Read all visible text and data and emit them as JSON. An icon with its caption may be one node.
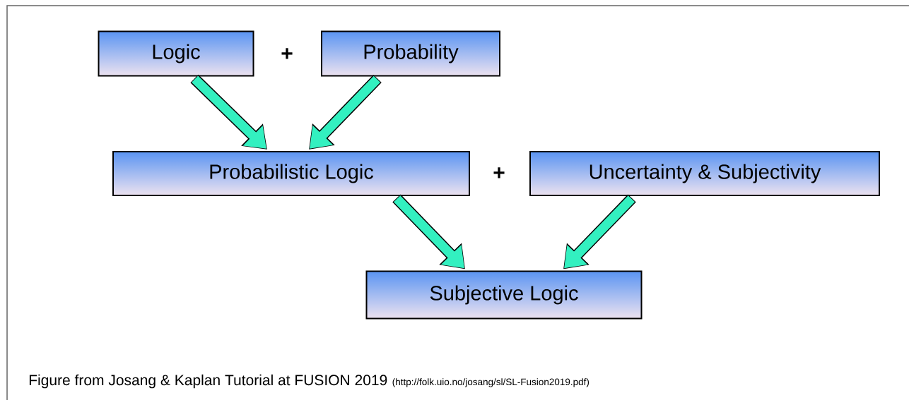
{
  "diagram": {
    "caption": "Figure from Josang & Kaplan Tutorial at FUSION 2019",
    "nodes": [
      {
        "text": [
          "Logic"
        ]
      },
      {
        "text": [
          "Probability"
        ]
      },
      {
        "text": [
          "Probabilistic Logic"
        ]
      },
      {
        "text": [
          "Uncertainty & Subjectivity"
        ]
      },
      {
        "text": [
          "Subjective Logic"
        ]
      }
    ],
    "edges": [
      {
        "from": 0,
        "to": 2,
        "arrow": "to"
      },
      {
        "from": 1,
        "to": 2,
        "arrow": "to"
      },
      {
        "from": 2,
        "to": 4,
        "arrow": "to"
      },
      {
        "from": 3,
        "to": 4,
        "arrow": "to"
      }
    ],
    "labels": [
      "+",
      "+",
      "(http://folk.uio.no/josang/sl/SL-Fusion2019.pdf)"
    ]
  }
}
